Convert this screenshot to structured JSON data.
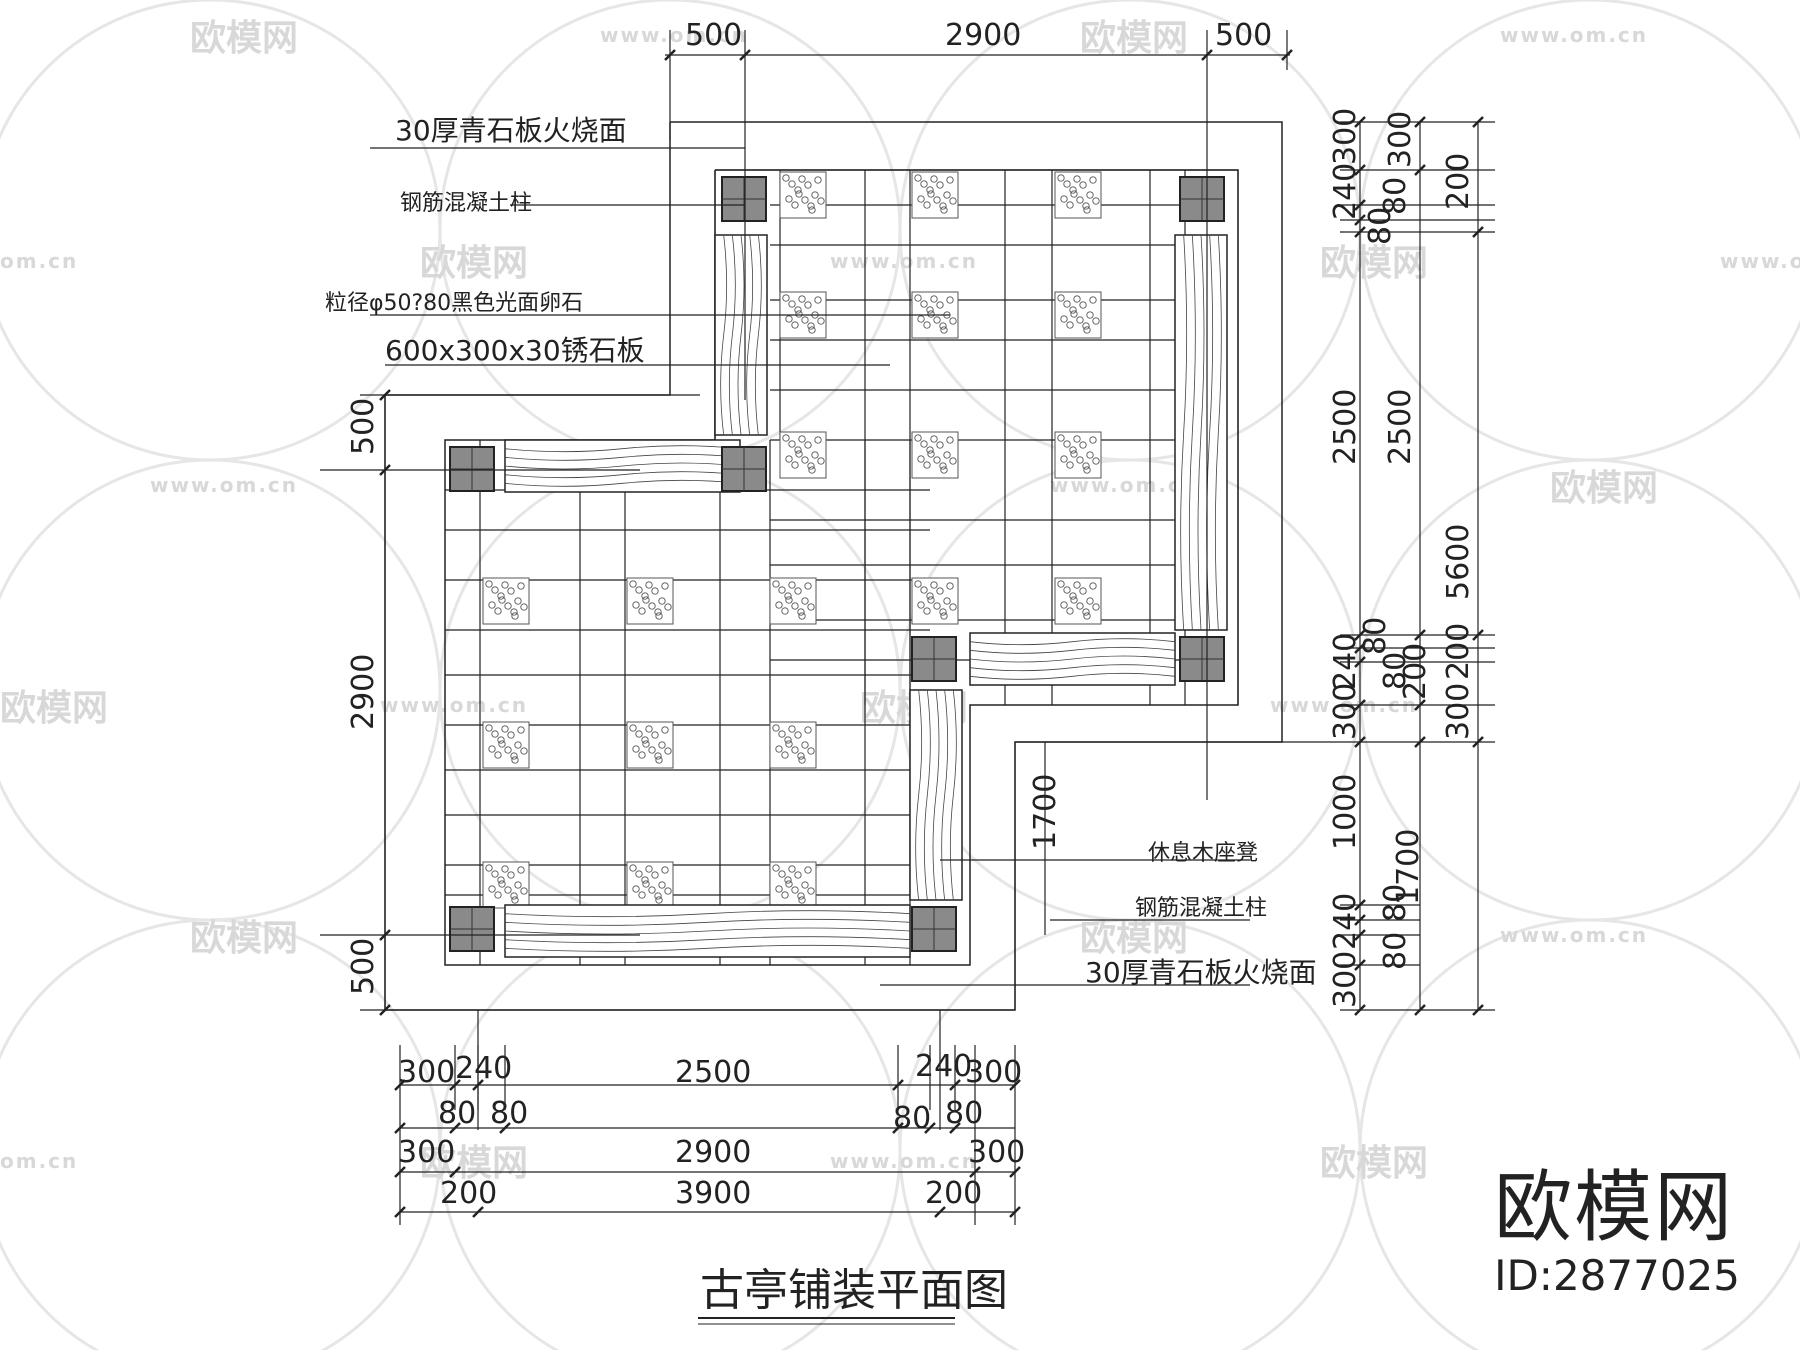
{
  "title": "古亭铺装平面图",
  "watermark": {
    "brand": "欧模网",
    "url": "www.om.cn",
    "url_short": "om.cn"
  },
  "brand": {
    "name": "欧模网",
    "id": "ID:2877025"
  },
  "labels": {
    "stone_top": "30厚青石板火烧面",
    "column_top": "钢筋混凝土柱",
    "pebble": "粒径φ50?80黑色光面卵石",
    "slab": "600x300x30锈石板",
    "bench": "休息木座凳",
    "column_bottom": "钢筋混凝土柱",
    "stone_bottom": "30厚青石板火烧面"
  },
  "dims": {
    "top": [
      "500",
      "2900",
      "500"
    ],
    "right_inner": [
      "300",
      "240",
      "80",
      "80",
      "2500",
      "240",
      "80",
      "80",
      "300",
      "1000",
      "240",
      "80",
      "80",
      "300"
    ],
    "right_mid": [
      "300",
      "200",
      "2500",
      "200",
      "300",
      "1700"
    ],
    "right_outer": [
      "200",
      "5600",
      "200"
    ],
    "left": [
      "500",
      "2900",
      "500"
    ],
    "center_vert": "1700",
    "bottom_row1": [
      "300",
      "240",
      "2500",
      "240",
      "300"
    ],
    "bottom_row2": [
      "80",
      "80",
      "80",
      "80"
    ],
    "bottom_row3": [
      "300",
      "2900",
      "300"
    ],
    "bottom_row4": [
      "200",
      "3900",
      "200"
    ]
  },
  "colors": {
    "line": "#222222",
    "fill_column": "#7a7a7a",
    "watermark": "#d8d8d8"
  }
}
